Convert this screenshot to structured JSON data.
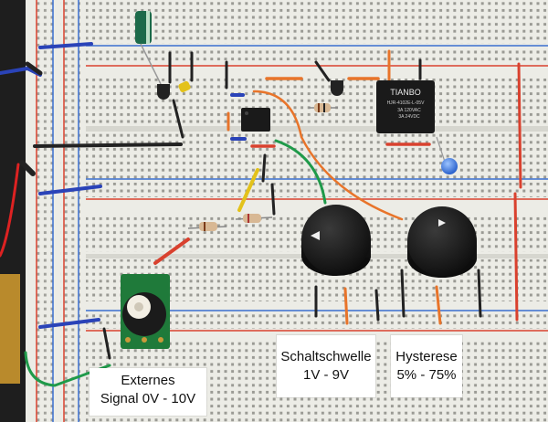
{
  "labels": {
    "external_signal": {
      "line1": "Externes",
      "line2": "Signal 0V - 10V"
    },
    "switch_threshold": {
      "line1": "Schaltschwelle",
      "line2": "1V - 9V"
    },
    "hysteresis": {
      "line1": "Hysterese",
      "line2": "5% - 75%"
    }
  },
  "relay": {
    "brand": "TIANBO",
    "model": "HJR-4102E-L-05V",
    "rating1": "3A 120VAC",
    "rating2": "3A 24VDC"
  },
  "colors": {
    "board": "#ecece6",
    "rail_red": "#d9412e",
    "rail_blue": "#3a6fcf",
    "knob": "#1b1b1b",
    "relay": "#1a1a1a",
    "led": "#2f6fe0",
    "wire_orange": "#e8742a",
    "wire_green": "#1f9a4a",
    "wire_yellow": "#e3c21a",
    "wire_black": "#222222",
    "wire_blue": "#2a43b8"
  }
}
